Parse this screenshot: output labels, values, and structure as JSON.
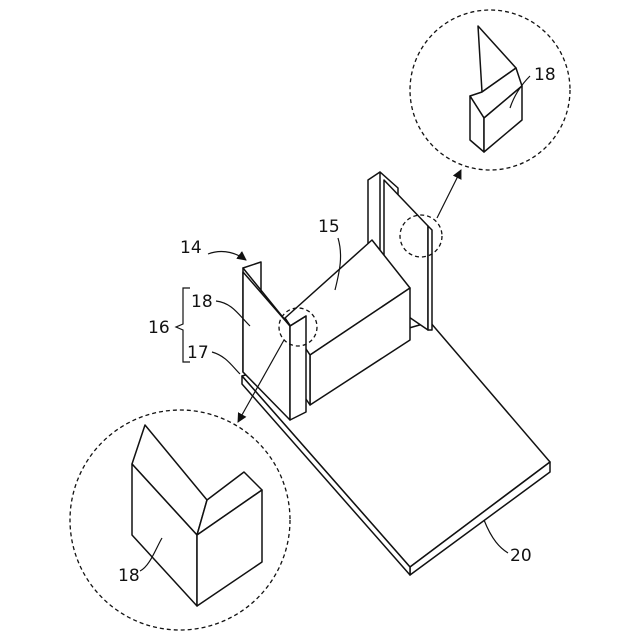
{
  "labels": {
    "assembly": "14",
    "block": "15",
    "layer_group": "16",
    "lower_layer": "17",
    "upper_layer": "18",
    "detail_top": "18",
    "detail_bottom": "18",
    "base": "20"
  },
  "colors": {
    "line": "#111111",
    "background": "#ffffff"
  }
}
